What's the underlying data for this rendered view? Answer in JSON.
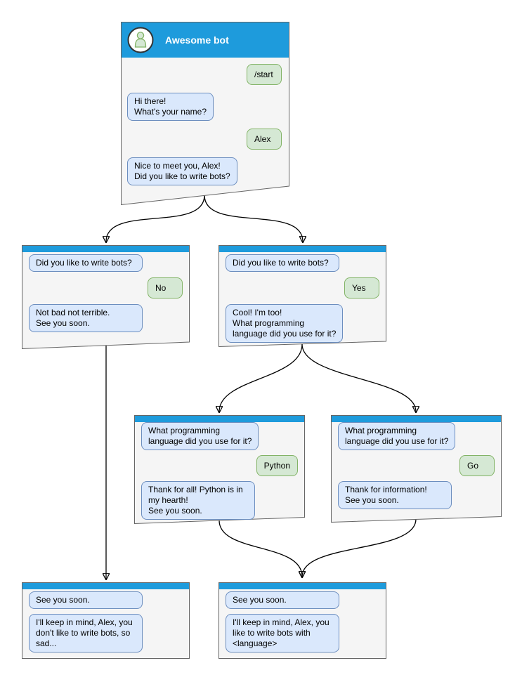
{
  "colors": {
    "header_blue": "#1E9BDC",
    "card_fill": "#F5F5F5",
    "card_border": "#666666",
    "bot_bubble_fill": "#DAE8FC",
    "bot_bubble_border": "#6C8EBF",
    "user_bubble_fill": "#D5E8D4",
    "user_bubble_border": "#82B366"
  },
  "nodes": [
    {
      "id": "root",
      "title": "Awesome bot",
      "messages": [
        {
          "from": "user",
          "text": "/start"
        },
        {
          "from": "bot",
          "text": "Hi there!\nWhat's your name?"
        },
        {
          "from": "user",
          "text": "Alex"
        },
        {
          "from": "bot",
          "text": "Nice to meet you, Alex!\nDid you like to write bots?"
        }
      ]
    },
    {
      "id": "branch-no",
      "messages": [
        {
          "from": "bot",
          "text": "Did you like to write bots?"
        },
        {
          "from": "user",
          "text": "No"
        },
        {
          "from": "bot",
          "text": "Not bad not terrible.\nSee you soon."
        }
      ]
    },
    {
      "id": "branch-yes",
      "messages": [
        {
          "from": "bot",
          "text": "Did you like to write bots?"
        },
        {
          "from": "user",
          "text": "Yes"
        },
        {
          "from": "bot",
          "text": "Cool! I'm too!\nWhat programming\nlanguage did you use for it?"
        }
      ]
    },
    {
      "id": "branch-python",
      "messages": [
        {
          "from": "bot",
          "text": "What programming\nlanguage did you use for it?"
        },
        {
          "from": "user",
          "text": "Python"
        },
        {
          "from": "bot",
          "text": "Thank for all! Python is in\nmy hearth!\nSee you soon."
        }
      ]
    },
    {
      "id": "branch-go",
      "messages": [
        {
          "from": "bot",
          "text": "What programming\nlanguage did you use for it?"
        },
        {
          "from": "user",
          "text": "Go"
        },
        {
          "from": "bot",
          "text": "Thank for information!\nSee you soon."
        }
      ]
    },
    {
      "id": "end-no",
      "messages": [
        {
          "from": "bot",
          "text": "See you soon."
        },
        {
          "from": "bot",
          "text": "I'll keep in mind, Alex, you\ndon't like to write bots, so\nsad..."
        }
      ]
    },
    {
      "id": "end-yes",
      "messages": [
        {
          "from": "bot",
          "text": "See you soon."
        },
        {
          "from": "bot",
          "text": "I'll keep in mind, Alex, you\nlike to write bots with\n<language>"
        }
      ]
    }
  ],
  "edges": [
    {
      "from": "root",
      "to": "branch-no"
    },
    {
      "from": "root",
      "to": "branch-yes"
    },
    {
      "from": "branch-yes",
      "to": "branch-python"
    },
    {
      "from": "branch-yes",
      "to": "branch-go"
    },
    {
      "from": "branch-no",
      "to": "end-no"
    },
    {
      "from": "branch-python",
      "to": "end-yes"
    },
    {
      "from": "branch-go",
      "to": "end-yes"
    }
  ]
}
